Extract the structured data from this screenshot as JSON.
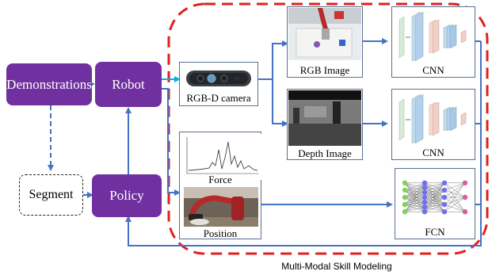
{
  "nodes": {
    "demonstrations": "Demonstrations",
    "robot": "Robot",
    "segment": "Segment",
    "policy": "Policy",
    "rgbd_camera": "RGB-D camera",
    "force": "Force",
    "position": "Position",
    "rgb_image": "RGB Image",
    "depth_image": "Depth Image",
    "cnn_top": "CNN",
    "cnn_mid": "CNN",
    "fcn": "FCN"
  },
  "caption": "Multi-Modal Skill Modeling",
  "colors": {
    "purple": "#7030a0",
    "arrow_blue": "#4472c4",
    "camera_arrow": "#00b0f0",
    "dashed_red": "#e02020"
  }
}
